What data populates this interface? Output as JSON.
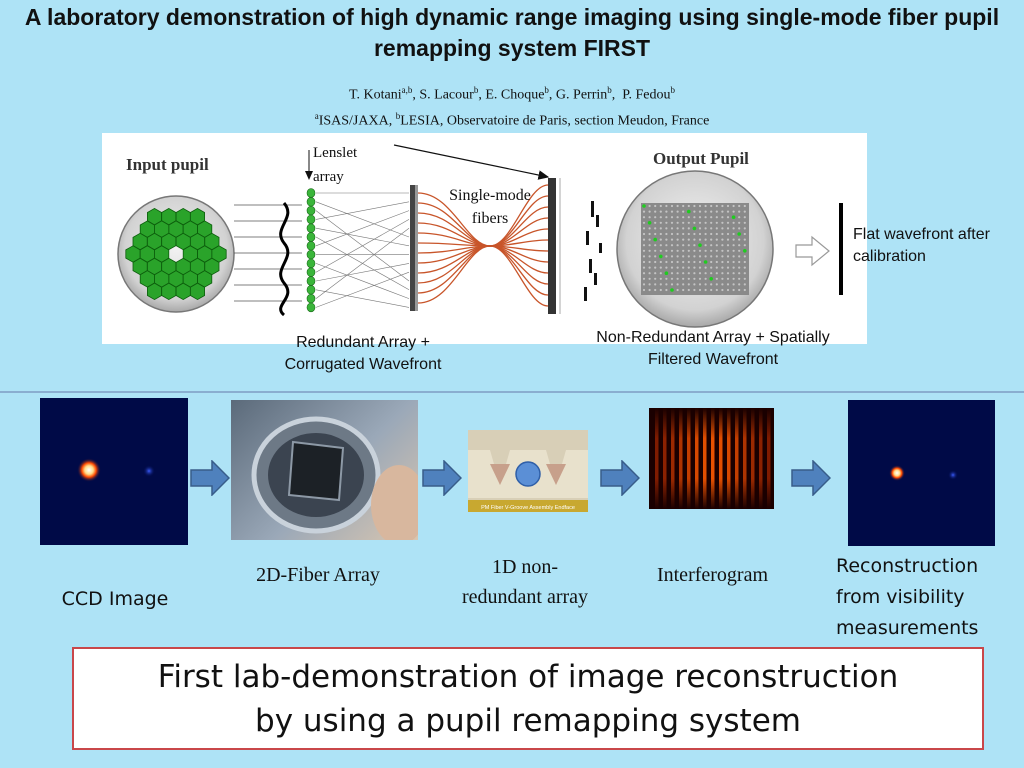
{
  "header": {
    "title": "A laboratory demonstration of high dynamic range imaging using single-mode fiber pupil remapping system FIRST",
    "authors": [
      {
        "name": "T. Kotani",
        "aff": "a,b"
      },
      {
        "name": "S. Lacour",
        "aff": "b"
      },
      {
        "name": "E. Choque",
        "aff": "b"
      },
      {
        "name": "G. Perrin",
        "aff": "b"
      },
      {
        "name": "P. Fedou",
        "aff": "b"
      }
    ],
    "affiliations": [
      {
        "mark": "a",
        "text": "ISAS/JAXA, "
      },
      {
        "mark": "b",
        "text": "LESIA, Observatoire de Paris, section Meudon, France"
      }
    ]
  },
  "diagram": {
    "input_pupil": "Input pupil",
    "output_pupil": "Output Pupil",
    "lenslet": "Lenslet array",
    "fibers": "Single-mode fibers",
    "flat_wavefront": "Flat wavefront after calibration",
    "redundant": "Redundant Array + Corrugated Wavefront",
    "nonredundant": "Non-Redundant Array + Spatially Filtered Wavefront"
  },
  "pipeline": {
    "ccd": "CCD Image",
    "fiber2d": "2D-Fiber Array",
    "nonredundant1d": "1D non-redundant array",
    "vgroove": "PM Fiber V-Groove Assembly Endface",
    "interferogram": "Interferogram",
    "reconstruction": "Reconstruction from visibility measurements"
  },
  "conclusion": {
    "line1": "First lab-demonstration of image reconstruction",
    "line2": "by using a pupil remapping system"
  },
  "colors": {
    "background": "#aee3f6",
    "arrow_fill": "#4f81bd",
    "conclusion_border": "#c9474a",
    "hex_green": "#2aa32a"
  }
}
